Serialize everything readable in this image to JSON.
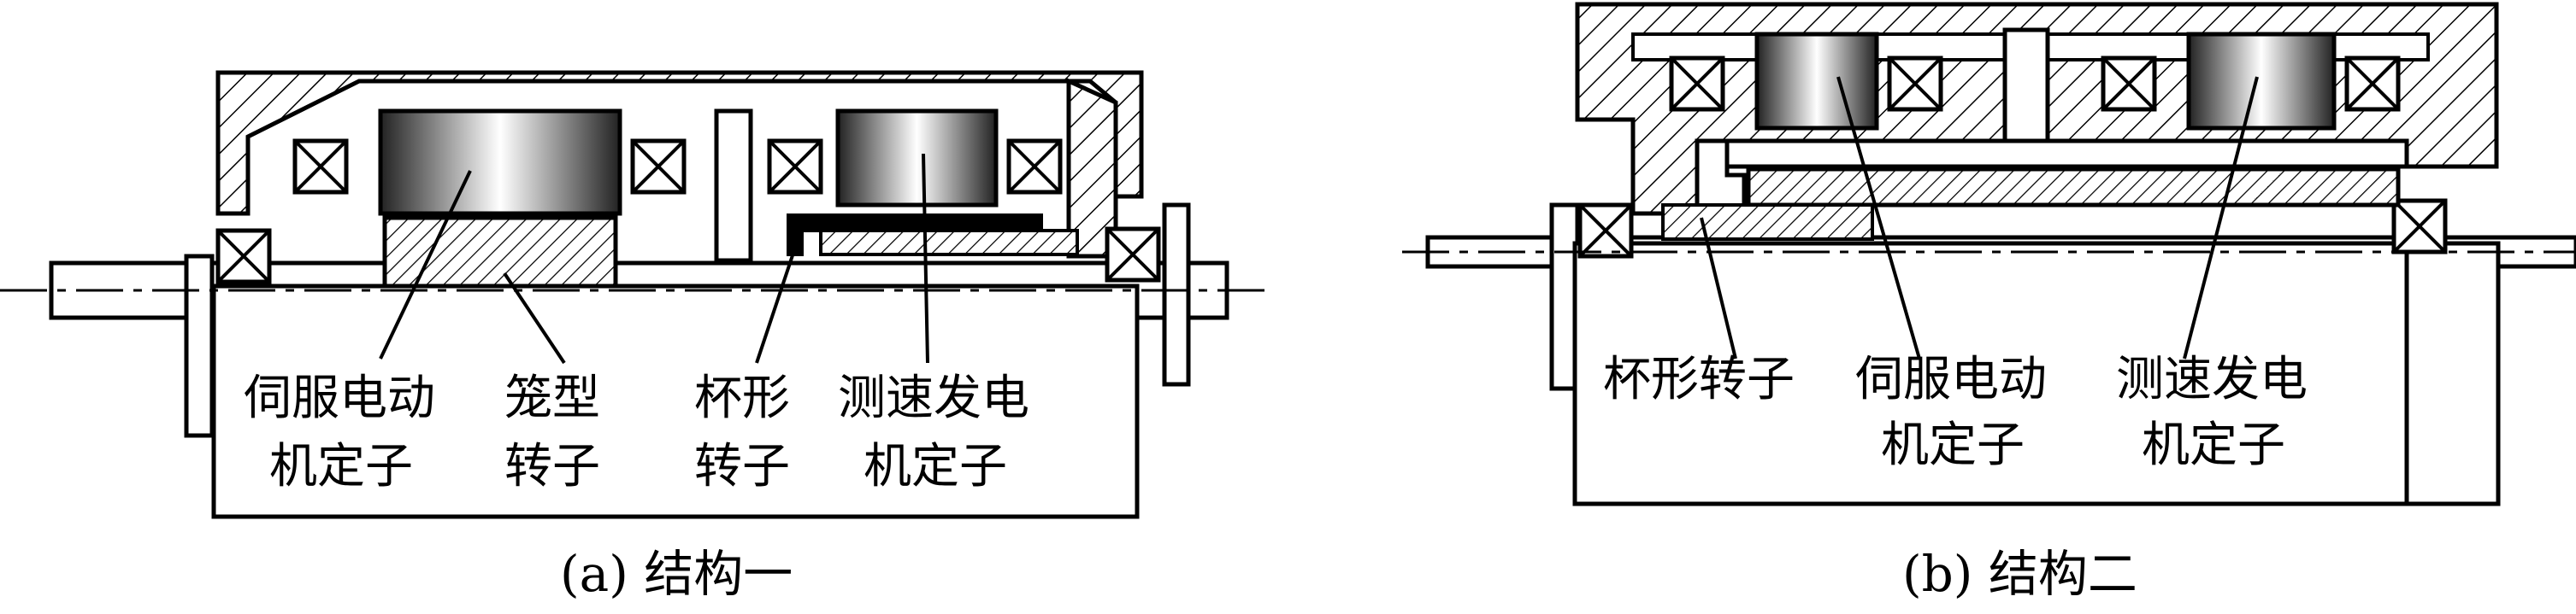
{
  "diagram_a": {
    "caption": "(a) 结构一",
    "labels": {
      "servo_stator": [
        "伺服电动",
        "机定子"
      ],
      "squirrel_rotor": [
        "笼型",
        "转子"
      ],
      "cup_rotor": [
        "杯形",
        "转子"
      ],
      "tacho_stator": [
        "测速发电",
        "机定子"
      ]
    }
  },
  "diagram_b": {
    "caption": "(b) 结构二",
    "labels": {
      "cup_rotor": [
        "杯形转子"
      ],
      "servo_stator": [
        "伺服电动",
        "机定子"
      ],
      "tacho_stator": [
        "测速发电",
        "机定子"
      ]
    }
  },
  "colors": {
    "ink": "#000000",
    "paper": "#ffffff"
  }
}
